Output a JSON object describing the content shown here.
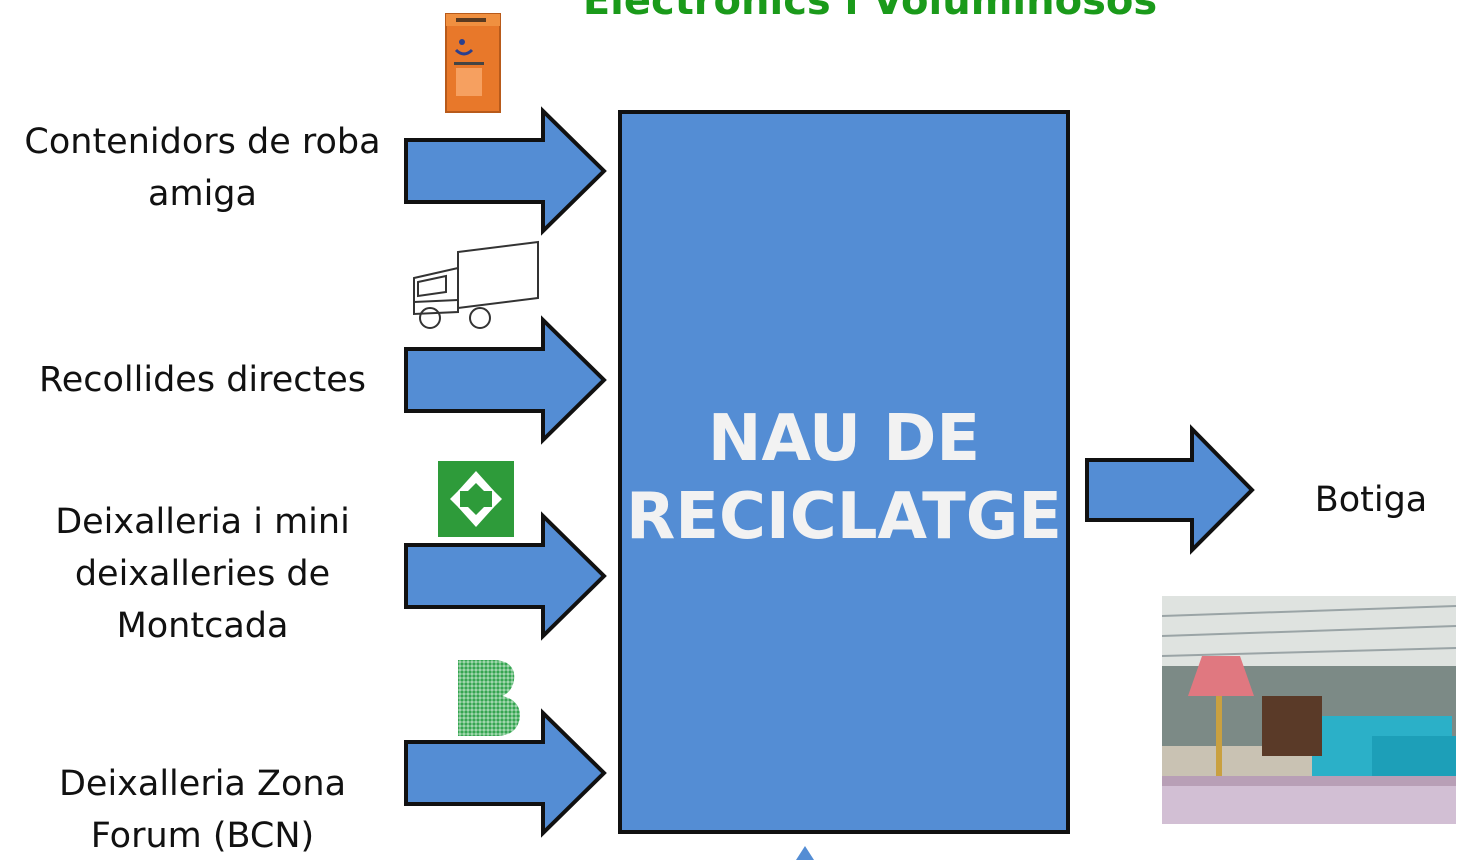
{
  "title": "Electrònics i Voluminosos",
  "center": {
    "line1": "NAU DE",
    "line2": "RECICLATGE"
  },
  "inputs": [
    {
      "line1": "Contenidors de roba",
      "line2": "amiga",
      "icon": "clothing-container-icon"
    },
    {
      "line1": "Recollides directes",
      "icon": "truck-icon"
    },
    {
      "line1": "Deixalleria i mini",
      "line2": "deixalleries de",
      "line3": "Montcada",
      "icon": "recycling-arrows-icon"
    },
    {
      "line1": "Deixalleria Zona",
      "line2": "Forum (BCN)",
      "icon": "b-logo-icon"
    }
  ],
  "output": {
    "label": "Botiga",
    "icon": "shop-photo"
  },
  "colors": {
    "box": "#548dd4",
    "arrow": "#548dd4",
    "title": "#1a9a1a",
    "border": "#111111"
  }
}
